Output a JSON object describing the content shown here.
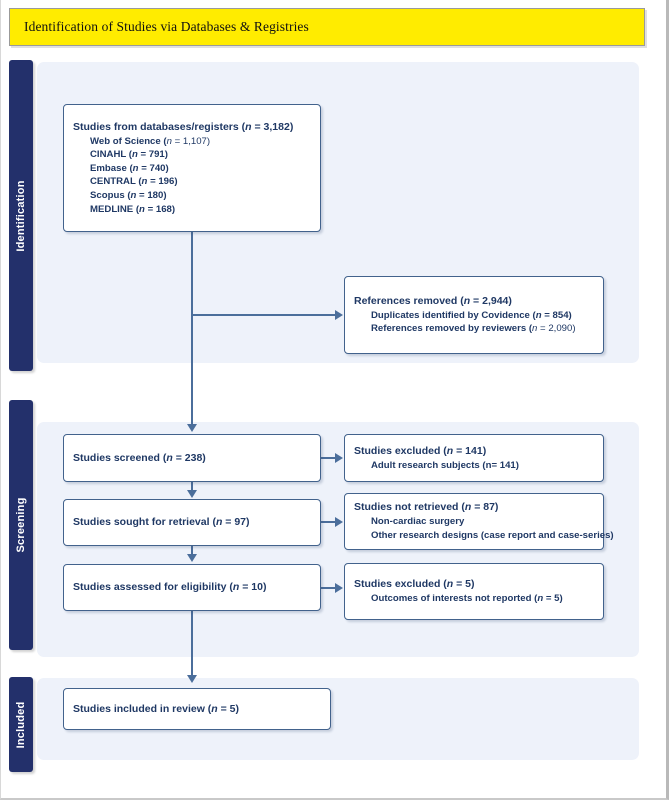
{
  "header": {
    "title": "Identification of Studies via Databases & Registries",
    "background_color": "#FFEC00"
  },
  "stages": {
    "identification": "Identification",
    "screening": "Screening",
    "included": "Included"
  },
  "colors": {
    "band": "#EEF2FA",
    "sidetab": "#23306B",
    "box_border": "#42628C",
    "text": "#1F3864",
    "connector": "#4B6E9B"
  },
  "boxes": {
    "databases": {
      "title": "Studies from databases/registers (",
      "title_n": "n",
      "title_val": " = 3,182)",
      "sources": [
        {
          "name": "Web of Science (",
          "n": "n",
          "val": " = 1,107)"
        },
        {
          "name": "CINAHL (",
          "n": "n",
          "val": " = 791)"
        },
        {
          "name": "Embase (",
          "n": "n",
          "val": " = 740)"
        },
        {
          "name": "CENTRAL (",
          "n": "n",
          "val": " = 196)"
        },
        {
          "name": "Scopus (",
          "n": "n",
          "val": " = 180)"
        },
        {
          "name": "MEDLINE (",
          "n": "n",
          "val": " = 168)"
        }
      ]
    },
    "refs_removed": {
      "title": "References removed (",
      "title_n": "n",
      "title_val": " = 2,944)",
      "lines": [
        {
          "text": "Duplicates identified by Covidence (",
          "n": "n",
          "val": " = 854)"
        },
        {
          "text": "References removed by reviewers (",
          "n": "n",
          "val": " = 2,090)"
        }
      ]
    },
    "screened": {
      "title": "Studies screened (",
      "title_n": "n",
      "title_val": " = 238)"
    },
    "sought": {
      "title": "Studies sought for retrieval (",
      "title_n": "n",
      "title_val": " = 97)"
    },
    "assessed": {
      "title": "Studies assessed for eligibility (",
      "title_n": "n",
      "title_val": " = 10)"
    },
    "excluded1": {
      "title": "Studies excluded (",
      "title_n": "n",
      "title_val": " = 141)",
      "lines": [
        {
          "text": "Adult research subjects (n= 141)"
        }
      ]
    },
    "not_retrieved": {
      "title": "Studies not retrieved (",
      "title_n": "n",
      "title_val": " = 87)",
      "lines": [
        {
          "text": "Non-cardiac surgery"
        },
        {
          "text": "Other research designs (case report and case-series)"
        }
      ]
    },
    "excluded2": {
      "title": "Studies excluded (",
      "title_n": "n",
      "title_val": " = 5)",
      "lines": [
        {
          "text": "Outcomes of interests not reported (",
          "n": "n",
          "val": " = 5)"
        }
      ]
    },
    "included": {
      "title": "Studies included in review (",
      "title_n": "n",
      "title_val": " = 5)"
    }
  }
}
